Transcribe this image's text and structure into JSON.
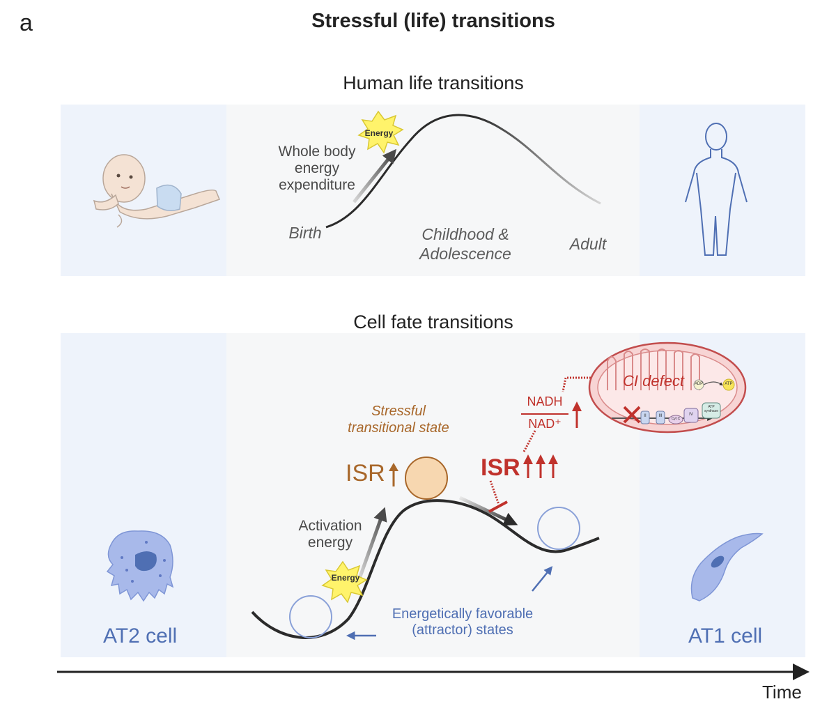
{
  "panel_label": "a",
  "title": "Stressful (life) transitions",
  "top_section": {
    "title": "Human life transitions",
    "energy_badge": "Energy",
    "arrow_label": [
      "Whole body",
      "energy",
      "expenditure"
    ],
    "stages": {
      "birth": "Birth",
      "childhood": [
        "Childhood &",
        "Adolescence"
      ],
      "adult": "Adult"
    }
  },
  "bottom_section": {
    "title": "Cell fate transitions",
    "left_cell": "AT2 cell",
    "right_cell": "AT1 cell",
    "activation_label": [
      "Activation",
      "energy"
    ],
    "energy_badge": "Energy",
    "stress_label": [
      "Stressful",
      "transitional state"
    ],
    "isr_mild": "ISR",
    "isr_strong": "ISR",
    "nadh": "NADH",
    "nad": "NAD⁺",
    "ci_defect": "CI defect",
    "attractor_label": [
      "Energetically favorable",
      "(attractor) states"
    ],
    "mito_labels": {
      "adp": "ADP",
      "atp": "ATP",
      "synthase": [
        "ATP",
        "synthase"
      ],
      "complex_2": "II",
      "complex_3": "III",
      "cytc": "Cyt C",
      "complex_4": "IV"
    }
  },
  "axis": {
    "label": "Time"
  },
  "colors": {
    "side_panel": "#eef3fb",
    "mid_panel": "#f6f7f8",
    "blue": "#4f6fb3",
    "brown": "#a8672a",
    "red": "#c0322c",
    "energy_star": "#fff36b",
    "orange_ball": "#f7d7b0"
  }
}
